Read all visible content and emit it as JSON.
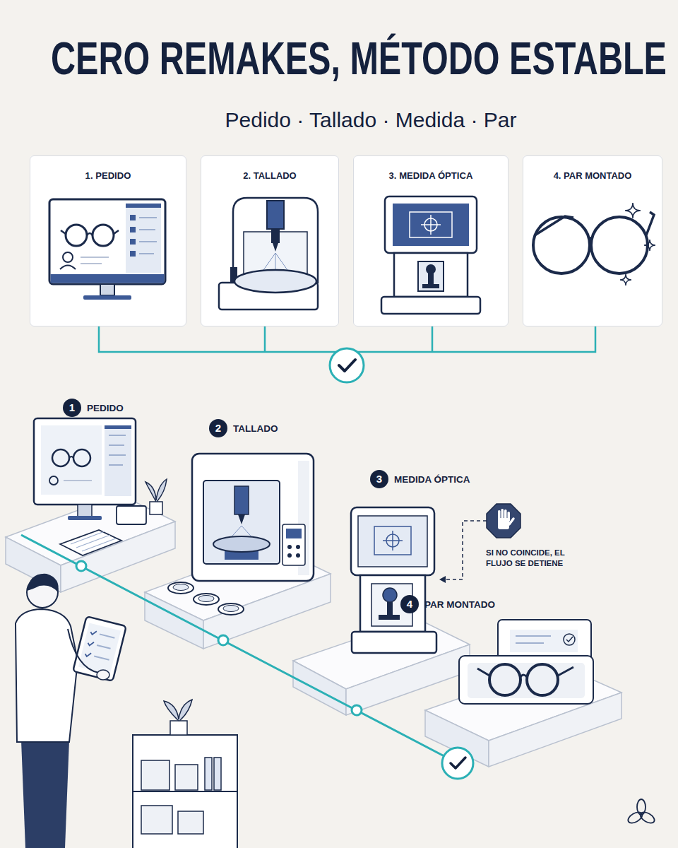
{
  "diagram": {
    "title": "CERO REMAKES, MÉTODO ESTABLE",
    "nodes": [
      {
        "text": [
          "1. PEDIDO"
        ]
      },
      {
        "text": [
          "2. TALLADO"
        ]
      },
      {
        "text": [
          "3. MEDIDA ÓPTICA"
        ]
      },
      {
        "text": [
          "4. PAR MONTADO"
        ]
      },
      {
        "text": [
          "1",
          "PEDIDO"
        ]
      },
      {
        "text": [
          "2",
          "TALLADO"
        ]
      },
      {
        "text": [
          "3",
          "MEDIDA ÓPTICA"
        ]
      },
      {
        "text": [
          "4",
          "PAR MONTADO"
        ]
      }
    ],
    "labels": [
      "Pedido · Tallado · Medida · Par",
      "SI NO COINCIDE, EL FLUJO SE DETIENE"
    ]
  }
}
